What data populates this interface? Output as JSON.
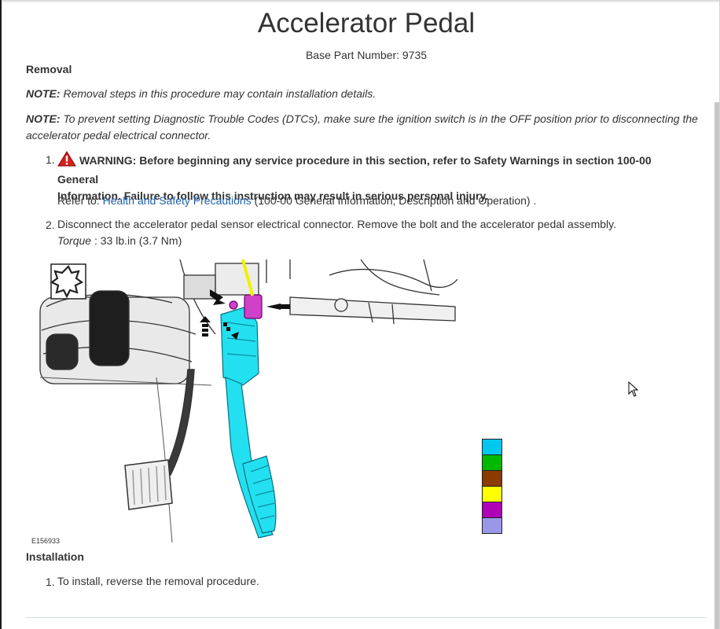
{
  "title": "Accelerator Pedal",
  "base_part": "Base Part Number: 9735",
  "removal_heading": "Removal",
  "note1": {
    "label": "NOTE:",
    "text": " Removal steps in this procedure may contain installation details."
  },
  "note2": {
    "label": "NOTE:",
    "text_line1": " To prevent setting Diagnostic Trouble Codes (DTCs), make sure the ignition switch is in the OFF position prior to disconnecting the",
    "text_line2": "accelerator pedal electrical connector."
  },
  "steps": [
    {
      "number": "1.",
      "warning_line1": "WARNING: Before beginning any service procedure in this section, refer to Safety Warnings in section 100-00 General",
      "warning_line2": "Information. Failure to follow this instruction may result in serious personal injury.",
      "refer_prefix": "Refer to: ",
      "refer_link": "Health and Safety Precautions",
      "refer_suffix": " (100-00 General Information, Description and Operation) ."
    },
    {
      "number": "2.",
      "text": "Disconnect the accelerator pedal sensor electrical connector. Remove the bolt and the accelerator pedal assembly.",
      "torque_label": "Torque",
      "torque_value": " : 33 lb.in (3.7 Nm)"
    }
  ],
  "figure": {
    "code": "E156933",
    "icon": "torx-bolt-icon"
  },
  "legend_colors": [
    "#00c8f0",
    "#00b800",
    "#8b3a00",
    "#ffff00",
    "#b000b8",
    "#9a96e8"
  ],
  "installation_heading": "Installation",
  "install_steps": [
    {
      "number": "1.",
      "text": "To install, reverse the removal procedure."
    }
  ],
  "colors": {
    "link": "#1f5fa8",
    "pedal_cyan": "#22e0f0",
    "connector_magenta": "#d040c8",
    "wire_yellow": "#f0f000"
  }
}
